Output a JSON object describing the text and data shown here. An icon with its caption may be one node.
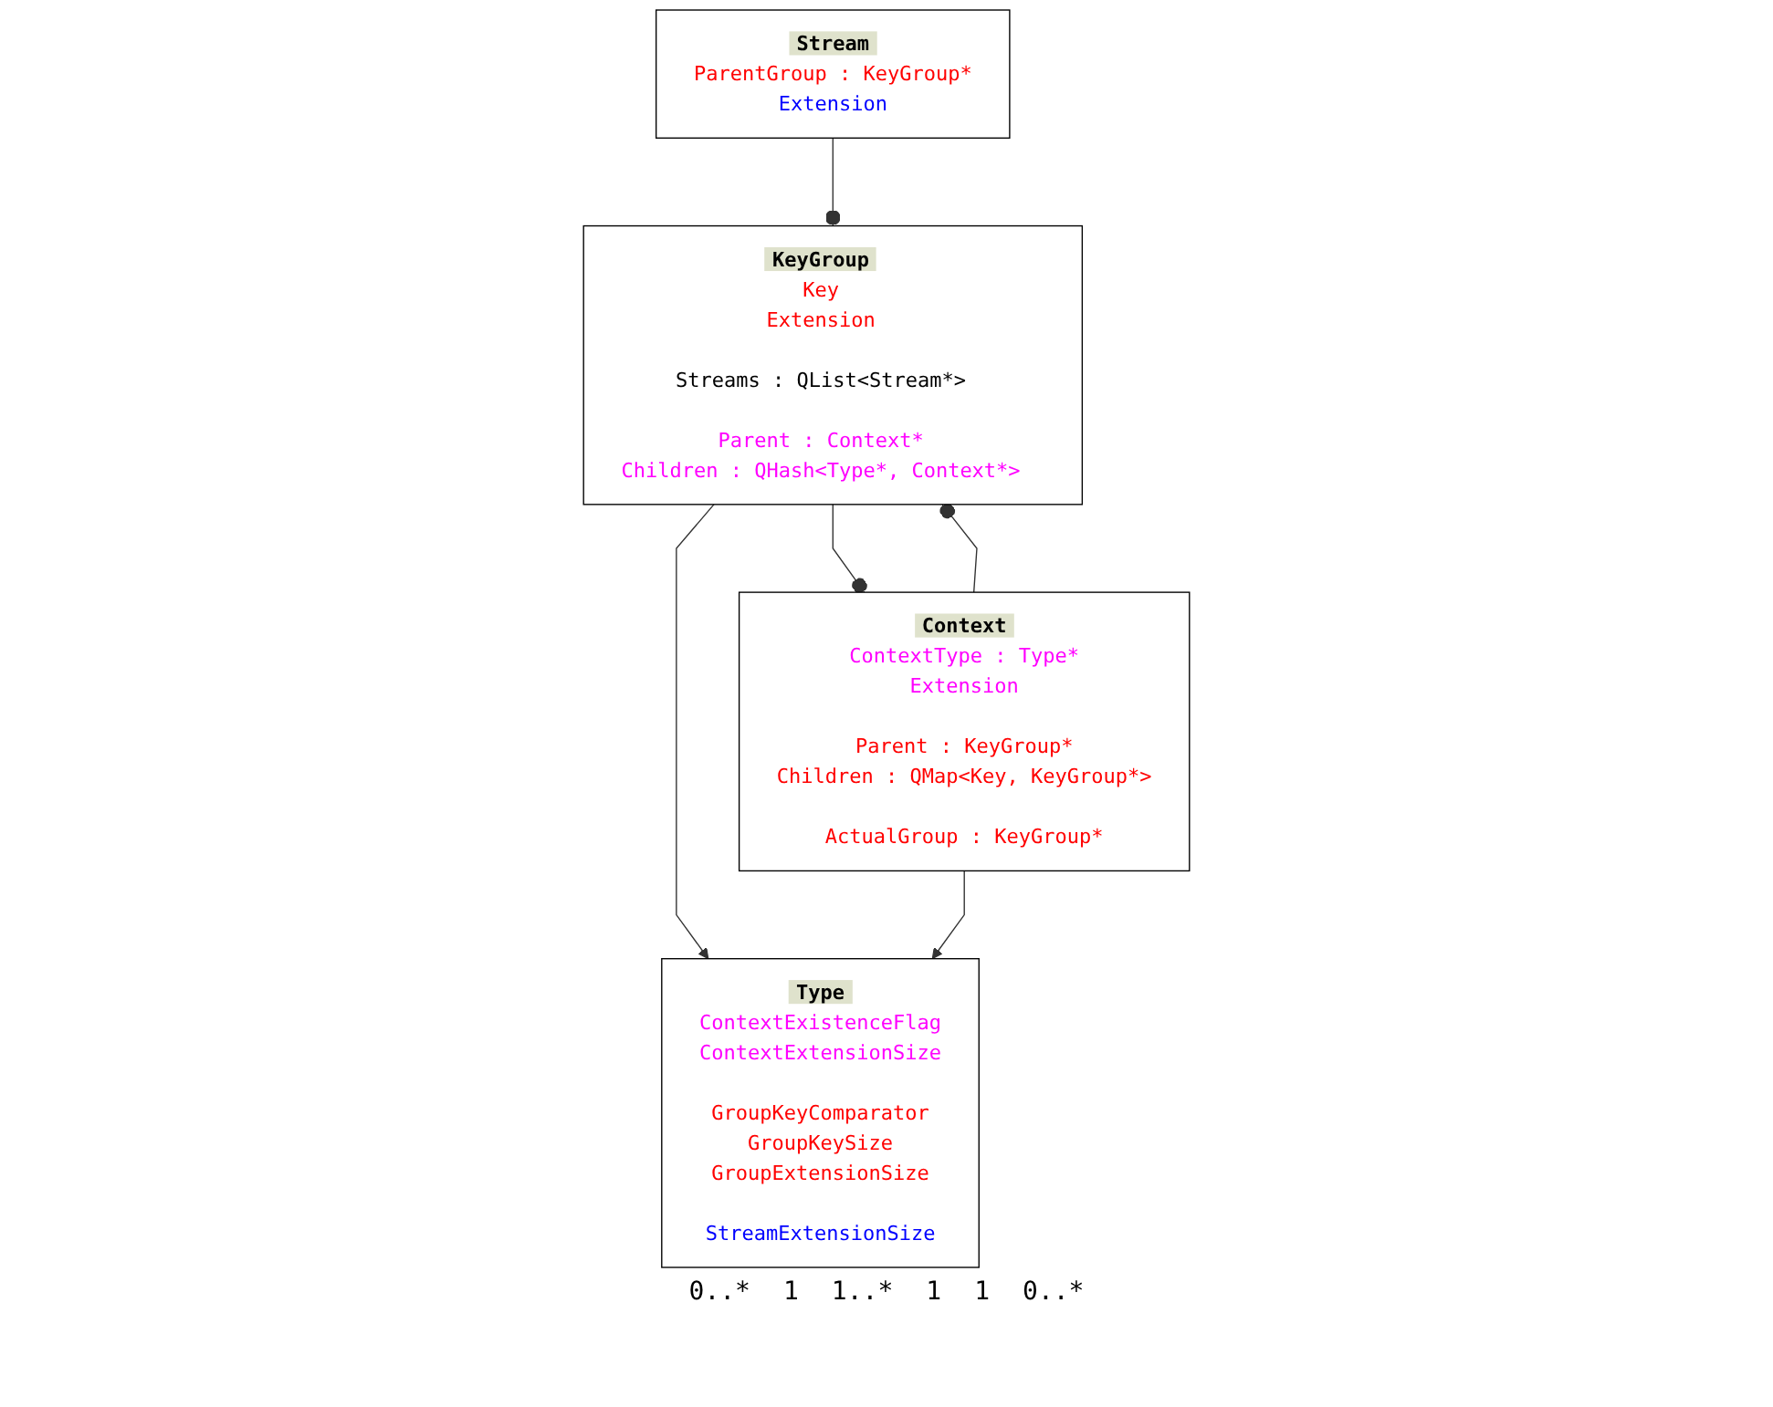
{
  "diagram": {
    "nodes": [
      {
        "text": [
          "Stream",
          "ParentGroup : KeyGroup*",
          "Extension"
        ]
      },
      {
        "text": [
          "KeyGroup",
          "Key",
          "Extension",
          "Streams : QList<Stream*>",
          "Parent : Context*",
          "Children : QHash<Type*, Context*>"
        ]
      },
      {
        "text": [
          "Context",
          "ContextType : Type*",
          "Extension",
          "Parent : KeyGroup*",
          "Children : QMap<Key, KeyGroup*>",
          "ActualGroup : KeyGroup*"
        ]
      },
      {
        "text": [
          "Type",
          "ContextExistenceFlag",
          "ContextExtensionSize",
          "GroupKeyComparator",
          "GroupKeySize",
          "GroupExtensionSize",
          "StreamExtensionSize"
        ]
      }
    ],
    "edges": [
      {
        "from": 0,
        "to": 1,
        "arrow": "other"
      },
      {
        "from": 1,
        "to": 2,
        "arrow": "other"
      },
      {
        "from": 2,
        "to": 1,
        "arrow": "other"
      },
      {
        "from": 1,
        "to": 3,
        "arrow": "to"
      },
      {
        "from": 2,
        "to": 3,
        "arrow": "to"
      }
    ],
    "labels": [
      "0..*",
      "1",
      "1..*",
      "1",
      "1",
      "0..*"
    ]
  }
}
